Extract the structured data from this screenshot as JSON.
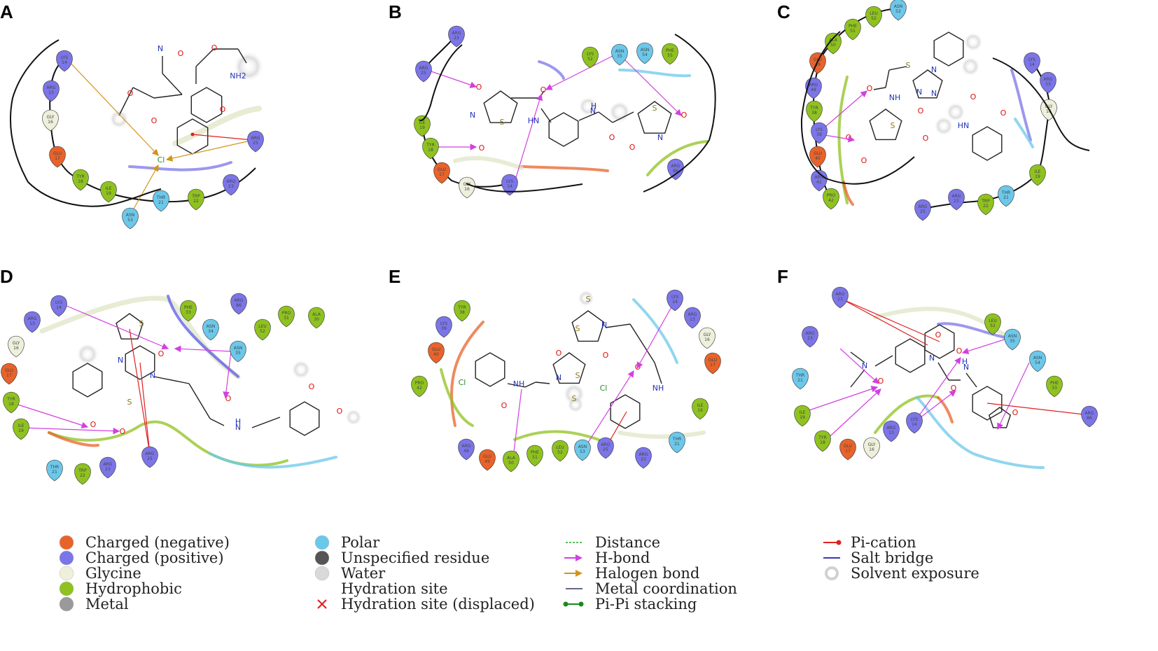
{
  "panels": [
    {
      "letter": "A",
      "residues": [
        {
          "name": "LYS",
          "num": "14",
          "type": "positive"
        },
        {
          "name": "ARG",
          "num": "13",
          "type": "positive"
        },
        {
          "name": "GLY",
          "num": "16",
          "type": "glycine"
        },
        {
          "name": "GLU",
          "num": "17",
          "type": "negative"
        },
        {
          "name": "TYR",
          "num": "18",
          "type": "hydrophobic"
        },
        {
          "name": "ILE",
          "num": "19",
          "type": "hydrophobic"
        },
        {
          "name": "ASN",
          "num": "53",
          "type": "polar"
        },
        {
          "name": "THR",
          "num": "21",
          "type": "polar"
        },
        {
          "name": "TRP",
          "num": "22",
          "type": "hydrophobic"
        },
        {
          "name": "ARG",
          "num": "23",
          "type": "positive"
        },
        {
          "name": "ARG",
          "num": "25",
          "type": "positive"
        }
      ],
      "atoms": [
        "N",
        "O",
        "O",
        "O",
        "NH2",
        "O",
        "O",
        "Cl"
      ]
    },
    {
      "letter": "B",
      "residues": [
        {
          "name": "ARG",
          "num": "23",
          "type": "positive"
        },
        {
          "name": "ARG",
          "num": "25",
          "type": "positive"
        },
        {
          "name": "LYS",
          "num": "52",
          "type": "hydrophobic"
        },
        {
          "name": "ASN",
          "num": "35",
          "type": "polar"
        },
        {
          "name": "ASN",
          "num": "54",
          "type": "polar"
        },
        {
          "name": "PHE",
          "num": "55",
          "type": "hydrophobic"
        },
        {
          "name": "ILE",
          "num": "19",
          "type": "hydrophobic"
        },
        {
          "name": "TYR",
          "num": "18",
          "type": "hydrophobic"
        },
        {
          "name": "GLU",
          "num": "17",
          "type": "negative"
        },
        {
          "name": "GLY",
          "num": "16",
          "type": "glycine"
        },
        {
          "name": "LYS",
          "num": "14",
          "type": "positive"
        },
        {
          "name": "ARG",
          "num": "86",
          "type": "positive"
        }
      ],
      "atoms": [
        "O",
        "N",
        "S",
        "O",
        "O",
        "HN",
        "H",
        "N",
        "O",
        "S",
        "O",
        "N",
        "O"
      ]
    },
    {
      "letter": "C",
      "residues": [
        {
          "name": "ASN",
          "num": "52",
          "type": "polar"
        },
        {
          "name": "LEU",
          "num": "52",
          "type": "hydrophobic"
        },
        {
          "name": "PHE",
          "num": "51",
          "type": "hydrophobic"
        },
        {
          "name": "ALA",
          "num": "50",
          "type": "hydrophobic"
        },
        {
          "name": "GLU",
          "num": "49",
          "type": "negative"
        },
        {
          "name": "ARG",
          "num": "48",
          "type": "positive"
        },
        {
          "name": "TYR",
          "num": "38",
          "type": "hydrophobic"
        },
        {
          "name": "LYS",
          "num": "39",
          "type": "positive"
        },
        {
          "name": "GLU",
          "num": "40",
          "type": "negative"
        },
        {
          "name": "ARG",
          "num": "41",
          "type": "positive"
        },
        {
          "name": "PRO",
          "num": "42",
          "type": "hydrophobic"
        },
        {
          "name": "LYS",
          "num": "14",
          "type": "positive"
        },
        {
          "name": "ARG",
          "num": "13",
          "type": "positive"
        },
        {
          "name": "GLY",
          "num": "16",
          "type": "glycine"
        },
        {
          "name": "ILE",
          "num": "19",
          "type": "hydrophobic"
        },
        {
          "name": "THR",
          "num": "21",
          "type": "polar"
        },
        {
          "name": "TRP",
          "num": "22",
          "type": "hydrophobic"
        },
        {
          "name": "ARG",
          "num": "23",
          "type": "positive"
        },
        {
          "name": "ARG",
          "num": "25",
          "type": "positive"
        }
      ],
      "atoms": [
        "S",
        "N",
        "N",
        "N",
        "O",
        "NH",
        "S",
        "O",
        "O",
        "O",
        "O",
        "HN",
        "O",
        "O"
      ]
    },
    {
      "letter": "D",
      "residues": [
        {
          "name": "LYS",
          "num": "14",
          "type": "positive"
        },
        {
          "name": "ARG",
          "num": "13",
          "type": "positive"
        },
        {
          "name": "GLY",
          "num": "16",
          "type": "glycine"
        },
        {
          "name": "GLU",
          "num": "17",
          "type": "negative"
        },
        {
          "name": "TYR",
          "num": "18",
          "type": "hydrophobic"
        },
        {
          "name": "ILE",
          "num": "19",
          "type": "hydrophobic"
        },
        {
          "name": "THR",
          "num": "21",
          "type": "polar"
        },
        {
          "name": "TRP",
          "num": "22",
          "type": "hydrophobic"
        },
        {
          "name": "ARG",
          "num": "23",
          "type": "positive"
        },
        {
          "name": "ARG",
          "num": "25",
          "type": "positive"
        },
        {
          "name": "PHE",
          "num": "33",
          "type": "hydrophobic"
        },
        {
          "name": "ASN",
          "num": "34",
          "type": "polar"
        },
        {
          "name": "ARG",
          "num": "86",
          "type": "positive"
        },
        {
          "name": "ASN",
          "num": "35",
          "type": "polar"
        },
        {
          "name": "LEU",
          "num": "52",
          "type": "hydrophobic"
        },
        {
          "name": "PRO",
          "num": "31",
          "type": "hydrophobic"
        },
        {
          "name": "ALA",
          "num": "30",
          "type": "hydrophobic"
        }
      ],
      "atoms": [
        "S",
        "N",
        "S",
        "O",
        "N",
        "O",
        "O",
        "O",
        "H",
        "N",
        "O",
        "O"
      ]
    },
    {
      "letter": "E",
      "residues": [
        {
          "name": "TYR",
          "num": "38",
          "type": "hydrophobic"
        },
        {
          "name": "LYS",
          "num": "39",
          "type": "positive"
        },
        {
          "name": "GLU",
          "num": "40",
          "type": "negative"
        },
        {
          "name": "PRO",
          "num": "42",
          "type": "hydrophobic"
        },
        {
          "name": "ARG",
          "num": "48",
          "type": "positive"
        },
        {
          "name": "GLU",
          "num": "49",
          "type": "negative"
        },
        {
          "name": "ALA",
          "num": "50",
          "type": "hydrophobic"
        },
        {
          "name": "PHE",
          "num": "51",
          "type": "hydrophobic"
        },
        {
          "name": "LEU",
          "num": "52",
          "type": "hydrophobic"
        },
        {
          "name": "ASN",
          "num": "53",
          "type": "polar"
        },
        {
          "name": "ARG",
          "num": "25",
          "type": "positive"
        },
        {
          "name": "ARG",
          "num": "23",
          "type": "positive"
        },
        {
          "name": "THR",
          "num": "21",
          "type": "polar"
        },
        {
          "name": "ILE",
          "num": "19",
          "type": "hydrophobic"
        },
        {
          "name": "GLU",
          "num": "17",
          "type": "negative"
        },
        {
          "name": "GLY",
          "num": "16",
          "type": "glycine"
        },
        {
          "name": "ARG",
          "num": "13",
          "type": "positive"
        },
        {
          "name": "LYS",
          "num": "14",
          "type": "positive"
        }
      ],
      "atoms": [
        "S",
        "S",
        "N",
        "O",
        "O",
        "N",
        "S",
        "S",
        "Cl",
        "NH",
        "O",
        "O",
        "Cl",
        "NH"
      ]
    },
    {
      "letter": "F",
      "residues": [
        {
          "name": "ARG",
          "num": "13",
          "type": "positive"
        },
        {
          "name": "ARG",
          "num": "23",
          "type": "positive"
        },
        {
          "name": "THR",
          "num": "21",
          "type": "polar"
        },
        {
          "name": "ILE",
          "num": "19",
          "type": "hydrophobic"
        },
        {
          "name": "TYR",
          "num": "18",
          "type": "hydrophobic"
        },
        {
          "name": "GLU",
          "num": "17",
          "type": "negative"
        },
        {
          "name": "GLY",
          "num": "16",
          "type": "glycine"
        },
        {
          "name": "ARG",
          "num": "13",
          "type": "positive"
        },
        {
          "name": "LYS",
          "num": "14",
          "type": "positive"
        },
        {
          "name": "LEU",
          "num": "52",
          "type": "hydrophobic"
        },
        {
          "name": "ASN",
          "num": "35",
          "type": "polar"
        },
        {
          "name": "ASN",
          "num": "54",
          "type": "polar"
        },
        {
          "name": "PHE",
          "num": "33",
          "type": "hydrophobic"
        },
        {
          "name": "ARG",
          "num": "86",
          "type": "positive"
        }
      ],
      "atoms": [
        "N",
        "O",
        "O",
        "N",
        "O",
        "H",
        "N",
        "O",
        "O"
      ]
    }
  ],
  "legend": [
    {
      "label": "Charged (negative)",
      "kind": "ball",
      "color": "#e8632b"
    },
    {
      "label": "Charged (positive)",
      "kind": "ball",
      "color": "#7b75e8"
    },
    {
      "label": "Glycine",
      "kind": "ball",
      "color": "#eef0dc"
    },
    {
      "label": "Hydrophobic",
      "kind": "ball",
      "color": "#8fc21f"
    },
    {
      "label": "Metal",
      "kind": "ball",
      "color": "#9a9a9a"
    },
    {
      "label": "Polar",
      "kind": "ball",
      "color": "#6cc8ea"
    },
    {
      "label": "Unspecified residue",
      "kind": "ball",
      "color": "#555555"
    },
    {
      "label": "Water",
      "kind": "ball",
      "color": "#d9d9d9"
    },
    {
      "label": "Hydration site",
      "kind": "none",
      "color": "#ffffff"
    },
    {
      "label": "Hydration site (displaced)",
      "kind": "cross",
      "color": "#e22222"
    },
    {
      "label": "Distance",
      "kind": "dashed",
      "color": "#22aa22"
    },
    {
      "label": "H-bond",
      "kind": "arrow",
      "color": "#d240e0"
    },
    {
      "label": "Halogen bond",
      "kind": "arrow",
      "color": "#d4941a"
    },
    {
      "label": "Metal coordination",
      "kind": "line",
      "color": "#666688"
    },
    {
      "label": "Pi-Pi stacking",
      "kind": "dot-line",
      "color": "#1a8a1a"
    },
    {
      "label": "Pi-cation",
      "kind": "dot-line",
      "color": "#e02020"
    },
    {
      "label": "Salt bridge",
      "kind": "line",
      "color": "#3a3ab8"
    },
    {
      "label": "Solvent exposure",
      "kind": "halo",
      "color": "#cfcfcf"
    }
  ],
  "colors": {
    "negative": "#e8632b",
    "positive": "#7b75e8",
    "glycine": "#eef0dc",
    "hydrophobic": "#8fc21f",
    "polar": "#6cc8ea",
    "hbond": "#d240e0",
    "halogen": "#d4941a",
    "pication": "#e02020"
  }
}
